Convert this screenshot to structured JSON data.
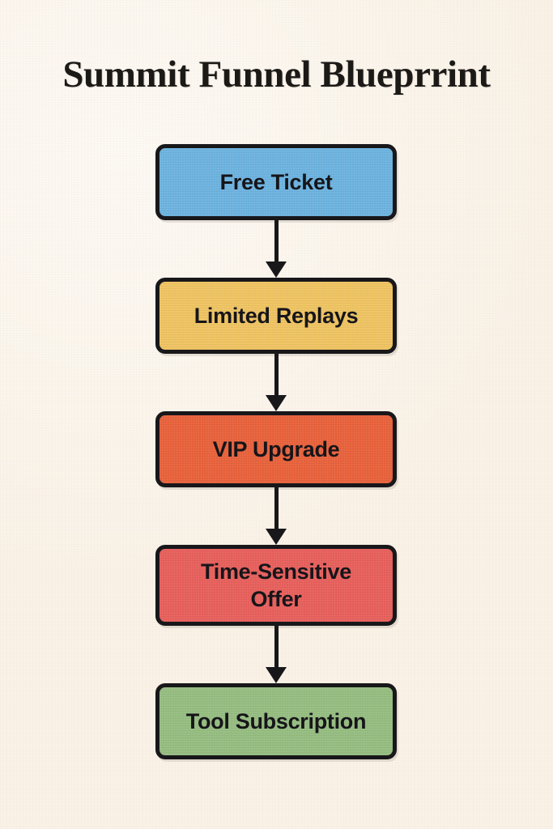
{
  "page": {
    "title": "Summit Funnel Blueprrint",
    "background_color": "#faf2e7",
    "text_color": "#16151a",
    "border_color": "#18171a"
  },
  "chart_data": {
    "type": "diagram",
    "diagram_type": "vertical-flowchart",
    "title": "Summit Funnel Blueprrint",
    "orientation": "top-to-bottom",
    "node_count": 5,
    "connector_count": 4,
    "nodes": [
      {
        "id": "free-ticket",
        "label": "Free Ticket",
        "color": "#6eb4e0",
        "order": 1,
        "lines": 1
      },
      {
        "id": "limited-replays",
        "label": "Limited Replays",
        "color": "#efc463",
        "order": 2,
        "lines": 1
      },
      {
        "id": "vip-upgrade",
        "label": "VIP Upgrade",
        "color": "#e9633d",
        "order": 3,
        "lines": 1
      },
      {
        "id": "time-sensitive",
        "label": "Time-Sensitive\nOffer",
        "color": "#e8615d",
        "order": 4,
        "lines": 2
      },
      {
        "id": "tool-subscription",
        "label": "Tool Subscription",
        "color": "#97be82",
        "order": 5,
        "lines": 1
      }
    ],
    "edges": [
      {
        "from": "free-ticket",
        "to": "limited-replays",
        "style": "solid-arrow"
      },
      {
        "from": "limited-replays",
        "to": "vip-upgrade",
        "style": "solid-arrow"
      },
      {
        "from": "vip-upgrade",
        "to": "time-sensitive",
        "style": "solid-arrow"
      },
      {
        "from": "time-sensitive",
        "to": "tool-subscription",
        "style": "solid-arrow"
      }
    ]
  }
}
